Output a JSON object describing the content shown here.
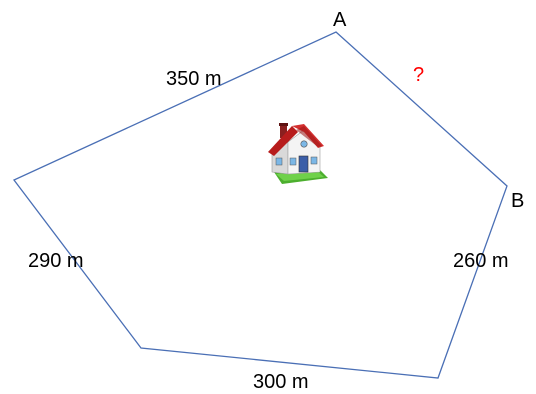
{
  "vertices": {
    "a": "A",
    "b": "B"
  },
  "sides": {
    "top_left": "350 m",
    "top_right_unknown": "?",
    "left": "290 m",
    "bottom": "300 m",
    "right": "260 m"
  },
  "colors": {
    "outline": "#4a6fb5",
    "unknown": "#ff0000",
    "text": "#000000"
  },
  "icons": {
    "center": "house-icon"
  }
}
